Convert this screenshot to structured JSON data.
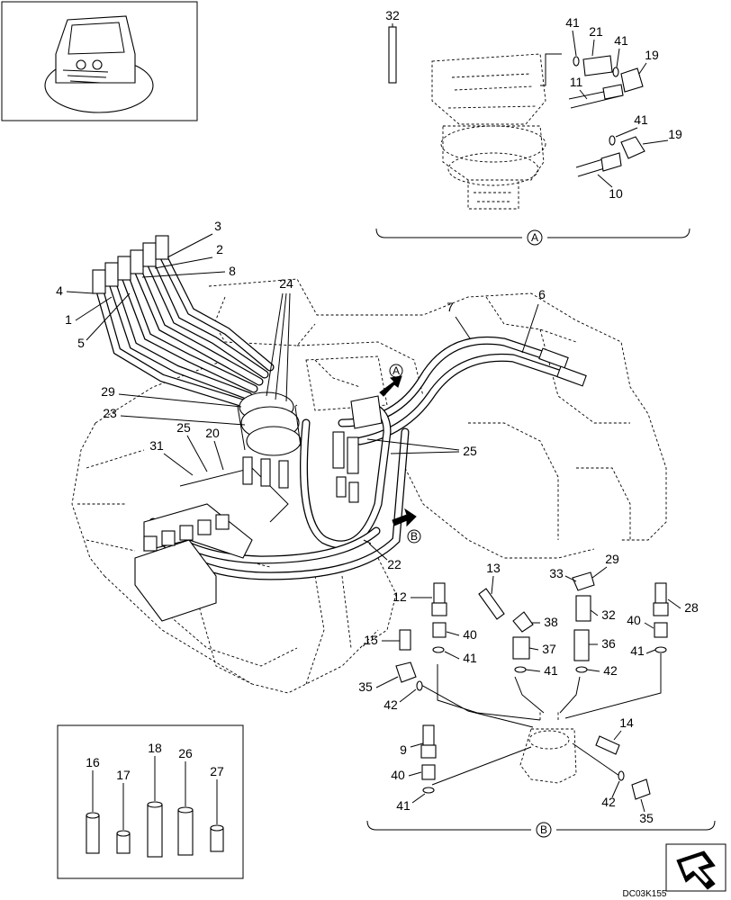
{
  "figure": {
    "code": "DC03K155",
    "view_markers": {
      "a": "A",
      "b": "B"
    }
  },
  "callouts": [
    "1",
    "2",
    "3",
    "4",
    "5",
    "6",
    "7",
    "8",
    "9",
    "10",
    "11",
    "12",
    "13",
    "14",
    "15",
    "16",
    "17",
    "18",
    "19",
    "20",
    "21",
    "22",
    "23",
    "24",
    "25",
    "26",
    "27",
    "28",
    "29",
    "31",
    "32",
    "33",
    "35",
    "36",
    "37",
    "38",
    "40",
    "41",
    "42"
  ],
  "labels": {
    "n32a": "32",
    "n41a": "41",
    "n21": "21",
    "n41b": "41",
    "n19a": "19",
    "n11": "11",
    "n41c": "41",
    "n19b": "19",
    "n10": "10",
    "n3": "3",
    "n2": "2",
    "n8": "8",
    "n4": "4",
    "n1": "1",
    "n5": "5",
    "n24": "24",
    "n7": "7",
    "n6": "6",
    "n29a": "29",
    "n23": "23",
    "n25a": "25",
    "n20": "20",
    "n31": "31",
    "n25b": "25",
    "n22": "22",
    "n13": "13",
    "n33": "33",
    "n29b": "29",
    "n12": "12",
    "n38": "38",
    "n32b": "32",
    "n28": "28",
    "n40a": "40",
    "n40b": "40",
    "n15": "15",
    "n41d": "41",
    "n37": "37",
    "n36": "36",
    "n41e": "41",
    "n35a": "35",
    "n41f": "41",
    "n42a": "42",
    "n42b": "42",
    "n9": "9",
    "n14": "14",
    "n40c": "40",
    "n41g": "41",
    "n42c": "42",
    "n35b": "35",
    "n16": "16",
    "n17": "17",
    "n18": "18",
    "n26": "26",
    "n27": "27"
  }
}
